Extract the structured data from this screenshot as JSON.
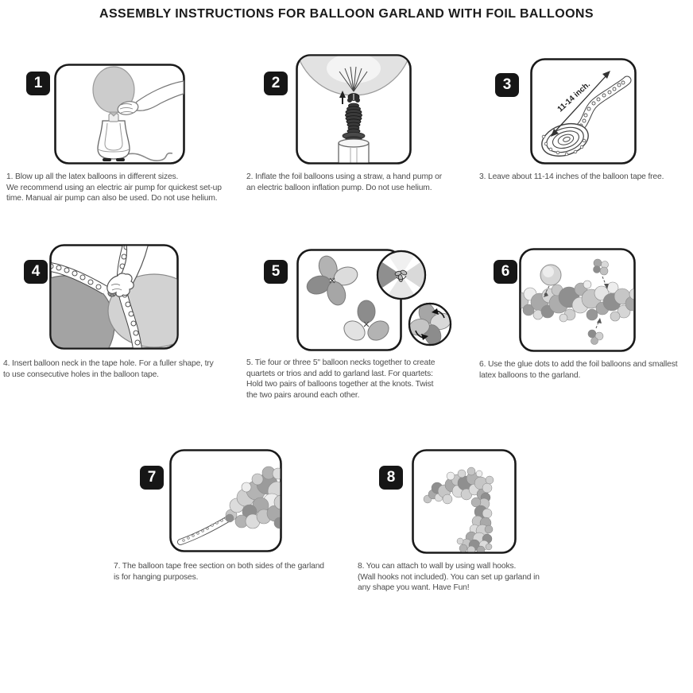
{
  "page": {
    "title": "ASSEMBLY INSTRUCTIONS FOR BALLOON GARLAND WITH FOIL BALLOONS"
  },
  "steps": [
    {
      "number": "1",
      "caption": "1. Blow up all the latex balloons in different sizes.\nWe recommend using an electric air pump for quickest set-up\ntime. Manual air pump can also be used. Do not use helium."
    },
    {
      "number": "2",
      "caption": "2. Inflate the foil balloons using a straw, a hand pump or\nan electric balloon inflation pump. Do not use helium."
    },
    {
      "number": "3",
      "caption": "3. Leave about 11-14 inches of the balloon tape free.",
      "diagram_label": "11-14 inch."
    },
    {
      "number": "4",
      "caption": "4. Insert balloon neck in the tape hole. For a fuller shape, try\nto use consecutive holes in the balloon tape."
    },
    {
      "number": "5",
      "caption": "5. Tie four or three 5\" balloon necks together to create\nquartets or trios and add to garland last. For quartets:\nHold two pairs of balloons together at the knots. Twist\nthe two pairs around each other."
    },
    {
      "number": "6",
      "caption": "6. Use the glue dots to add the foil balloons and smallest\nlatex balloons to the garland."
    },
    {
      "number": "7",
      "caption": "7. The balloon tape free section on both sides of the garland\nis for hanging purposes."
    },
    {
      "number": "8",
      "caption": "8. You can attach to wall by using wall hooks.\n(Wall hooks not included). You can set up garland in\nany shape you want. Have Fun!"
    }
  ],
  "colors": {
    "ink": "#1b1b1b",
    "caption_gray": "#4c4c4c",
    "badge_black": "#161616"
  }
}
